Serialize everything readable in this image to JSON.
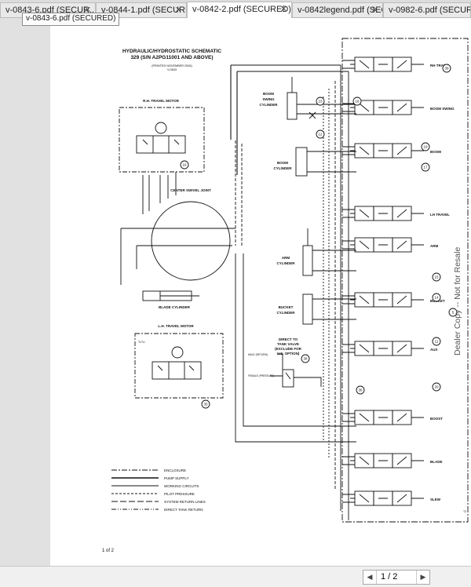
{
  "tabs": [
    {
      "label": "v-0843-6.pdf (SECUR..."
    },
    {
      "label": "v-0844-1.pdf (SECURE..."
    },
    {
      "label": "v-0842-2.pdf (SECURED)"
    },
    {
      "label": "v-0842legend.pdf (SECUR..."
    },
    {
      "label": "v-0982-6.pdf (SECURE..."
    }
  ],
  "tooltip": "v-0843-6.pdf (SECURED)",
  "diagram": {
    "title_line1": "HYDRAULIC/HYDROSTATIC SCHEMATIC",
    "title_line2": "329 (S/N A2PG11001 AND ABOVE)",
    "printed": "(PRINTED NOVEMBER 2006)",
    "code": "V-0843",
    "labels": {
      "rh_travel_motor": "R.H. TRAVEL MOTOR",
      "center_swivel_joint": "CENTER SWIVEL JOINT",
      "blade_cylinder": "BLADE CYLINDER",
      "lh_travel_motor": "L.H. TRAVEL MOTOR",
      "boom_swing_cylinder_1": "BOOM",
      "boom_swing_cylinder_2": "SWING",
      "boom_swing_cylinder_3": "CYLINDER",
      "boom_cylinder_1": "BOOM",
      "boom_cylinder_2": "CYLINDER",
      "arm_cylinder_1": "ARM",
      "arm_cylinder_2": "CYLINDER",
      "bucket_cylinder_1": "BUCKET",
      "bucket_cylinder_2": "CYLINDER",
      "direct_to_tank_1": "DIRECT TO",
      "direct_to_tank_2": "TANK VALVE",
      "direct_to_tank_3": "(EXCLUDE FOR",
      "direct_to_tank_4": "U.S. OPTION)",
      "male_return": "MALE (RETURN)",
      "female_pressure": "FEMALE (PRESSURE)",
      "tltu": "TLTU",
      "t2": "T2"
    },
    "sections": [
      {
        "label": "RH TRAVEL"
      },
      {
        "label": "BOOM SWING"
      },
      {
        "label": "BOOM"
      },
      {
        "label": "LH TRAVEL"
      },
      {
        "label": "ARM"
      },
      {
        "label": "BUCKET"
      },
      {
        "label": "AUX"
      },
      {
        "label": "BOOST"
      },
      {
        "label": "BLADE"
      },
      {
        "label": "SLEW"
      }
    ],
    "callouts": [
      "39",
      "23",
      "12",
      "18",
      "16",
      "19",
      "17",
      "15",
      "14",
      "5",
      "11",
      "38",
      "35",
      "36",
      "20"
    ],
    "legend": [
      {
        "label": "ENCLOSURE",
        "style": "dash-dot"
      },
      {
        "label": "PUMP SUPPLY",
        "style": "solid-thick"
      },
      {
        "label": "WORKING CIRCUITS",
        "style": "solid"
      },
      {
        "label": "PILOT PRESSURE",
        "style": "dashed"
      },
      {
        "label": "SYSTEM RETURN LINES",
        "style": "dash-long"
      },
      {
        "label": "DIRECT TANK RETURN",
        "style": "dash-dot-dot"
      }
    ],
    "page_label": "1 of 2",
    "watermark": "Dealer Copy -- Not for Resale"
  },
  "nav": {
    "page_indicator": "1 / 2"
  },
  "colors": {
    "ink": "#111111",
    "watermark": "#555555",
    "page": "#ffffff"
  }
}
